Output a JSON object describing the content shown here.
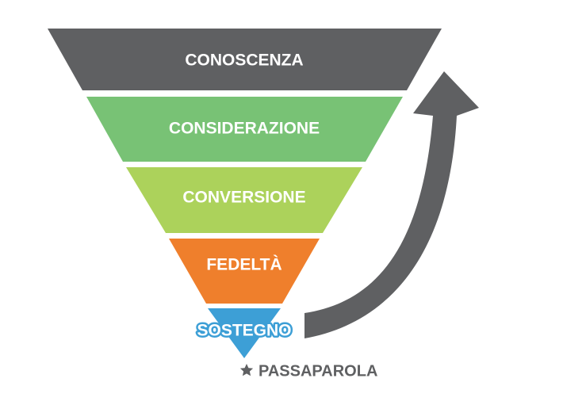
{
  "funnel": {
    "stages": [
      {
        "label": "CONOSCENZA",
        "color": "#5f6062"
      },
      {
        "label": "CONSIDERAZIONE",
        "color": "#78c275"
      },
      {
        "label": "CONVERSIONE",
        "color": "#acd25b"
      },
      {
        "label": "FEDELTÀ",
        "color": "#ef7f2c"
      },
      {
        "label": "SOSTEGNO",
        "color": "#3d9fd6"
      }
    ]
  },
  "word_of_mouth": {
    "label": "PASSAPAROLA",
    "icon": "star-icon"
  },
  "loop_arrow": {
    "color": "#5f6062",
    "icon": "curved-arrow-up-icon"
  }
}
